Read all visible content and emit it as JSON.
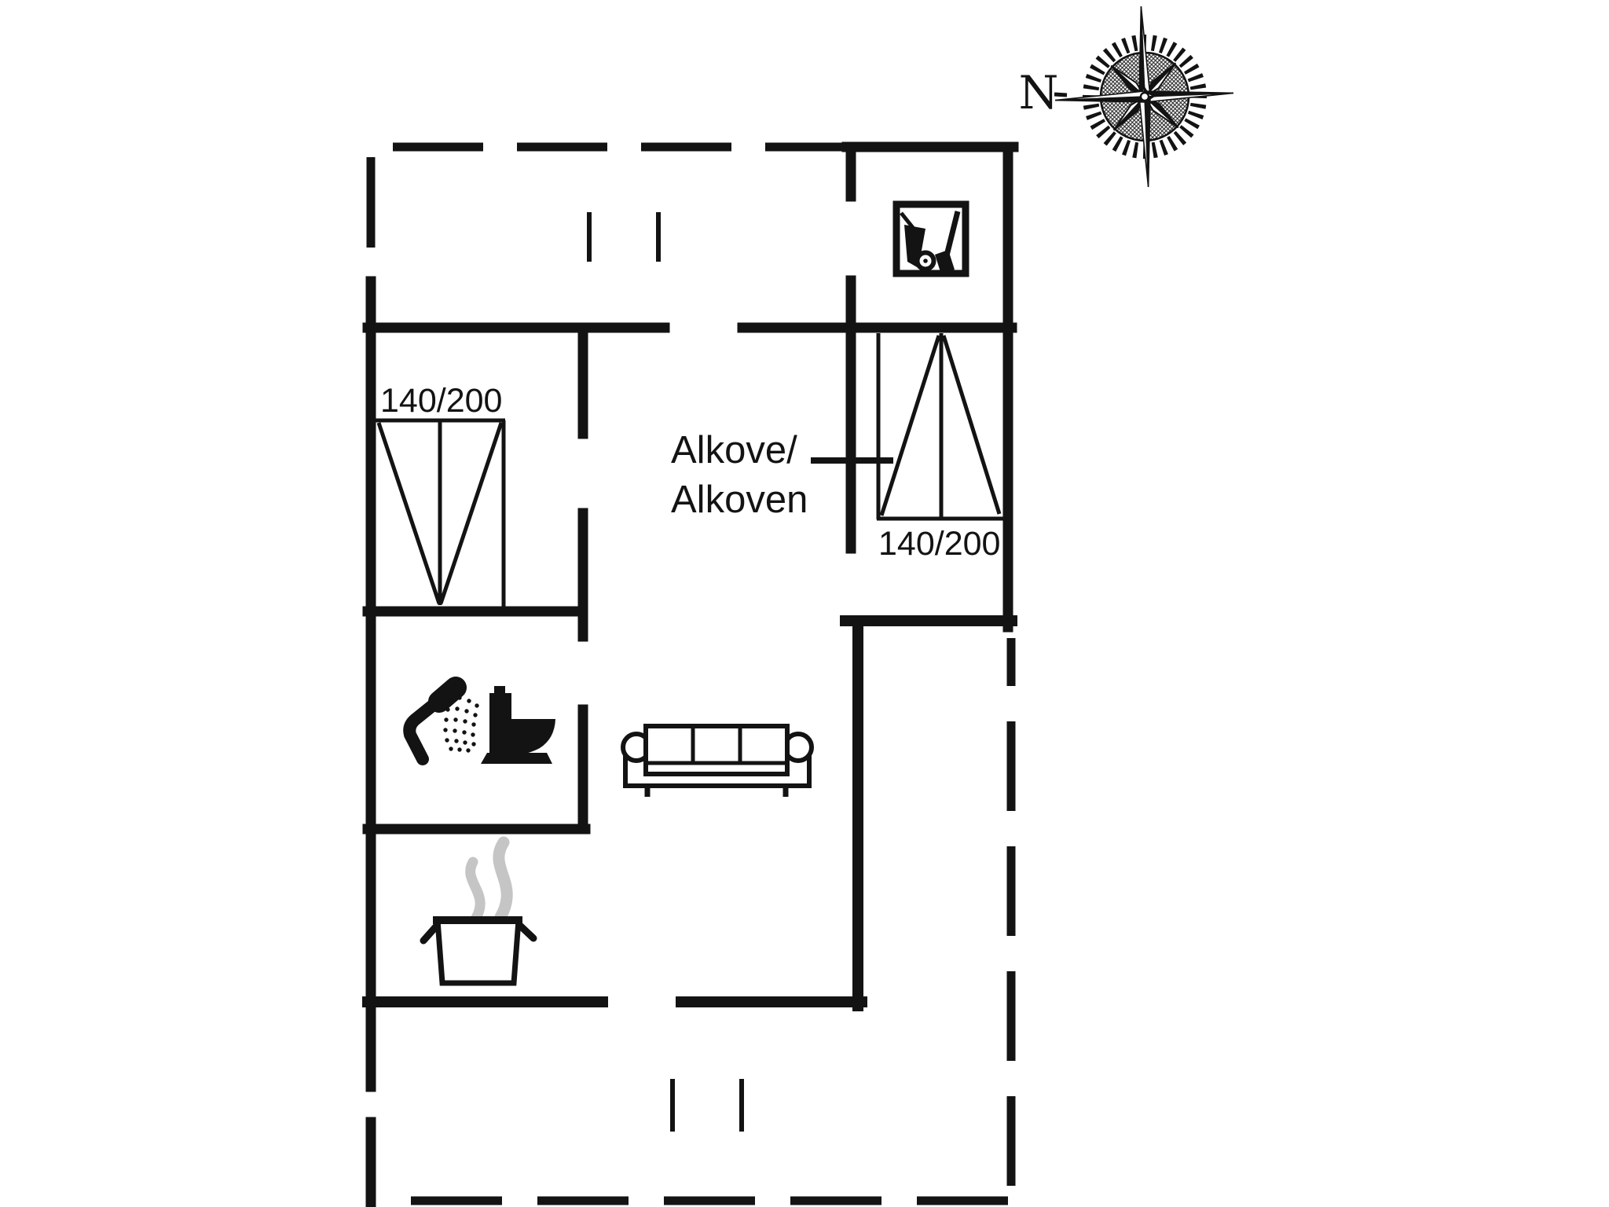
{
  "title": "Holiday home floor plan",
  "colors": {
    "ink": "#131313",
    "steam": "#c5c5c5",
    "background": "#ffffff"
  },
  "compass": {
    "north_label": "N"
  },
  "rooms": {
    "alcove_label_line1": "Alkove/",
    "alcove_label_line2": "Alkoven"
  },
  "beds": {
    "left_bed_size": "140/200",
    "alcove_bed_size": "140/200"
  },
  "icons": [
    {
      "name": "compass-rose-icon",
      "meaning": "north direction indicator"
    },
    {
      "name": "hand-truck-icon",
      "meaning": "utility / storage room equipment"
    },
    {
      "name": "shower-icon",
      "meaning": "shower"
    },
    {
      "name": "toilet-icon",
      "meaning": "toilet"
    },
    {
      "name": "sofa-icon",
      "meaning": "three-seat sofa"
    },
    {
      "name": "cooking-pot-icon",
      "meaning": "kitchen / stove"
    },
    {
      "name": "double-bed-icon",
      "meaning": "double bed 140x200"
    },
    {
      "name": "alcove-bed-icon",
      "meaning": "alcove double bed 140x200"
    }
  ]
}
